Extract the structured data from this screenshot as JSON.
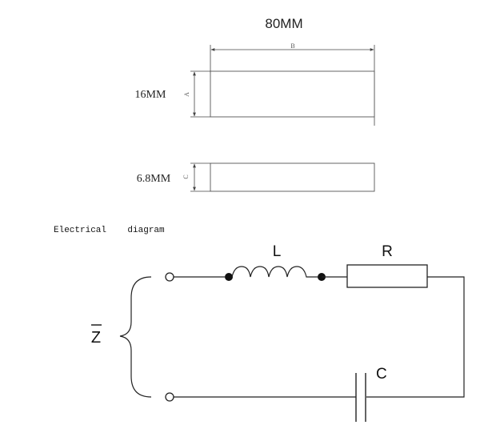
{
  "dimensions": {
    "length_label": "80MM",
    "width_label": "16MM",
    "thickness_label": "6.8MM",
    "letter_b": "B",
    "letter_a": "A",
    "letter_c": "C"
  },
  "circuit": {
    "heading": "Electrical    diagram",
    "inductor_label": "L",
    "resistor_label": "R",
    "capacitor_label": "C",
    "impedance_label": "Z"
  }
}
